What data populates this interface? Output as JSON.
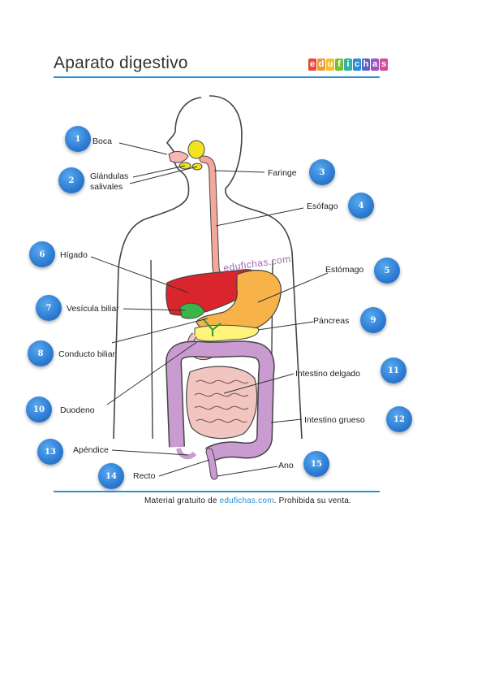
{
  "header": {
    "title": "Aparato digestivo",
    "logo_letters": [
      "e",
      "d",
      "u",
      "f",
      "i",
      "c",
      "h",
      "a",
      "s"
    ]
  },
  "colors": {
    "accent": "#2a8fd6",
    "badge": "#2f7fd6",
    "liver": "#d9252b",
    "stomach": "#f7b24a",
    "intestine": "#c99bd1",
    "small_intestine": "#f1c5c0",
    "esophagus": "#f4a79a",
    "gland": "#f2e21f",
    "pancreas": "#fff37a"
  },
  "watermark": "edufichas.com",
  "labels": [
    {
      "n": "1",
      "text": "Boca"
    },
    {
      "n": "2",
      "text": "Glándulas salivales"
    },
    {
      "n": "3",
      "text": "Faringe"
    },
    {
      "n": "4",
      "text": "Esófago"
    },
    {
      "n": "5",
      "text": "Estómago"
    },
    {
      "n": "6",
      "text": "Hígado"
    },
    {
      "n": "7",
      "text": "Vesícula biliar"
    },
    {
      "n": "8",
      "text": "Conducto biliar"
    },
    {
      "n": "9",
      "text": "Páncreas"
    },
    {
      "n": "10",
      "text": "Duodeno"
    },
    {
      "n": "11",
      "text": "Intestino delgado"
    },
    {
      "n": "12",
      "text": "Intestino grueso"
    },
    {
      "n": "13",
      "text": "Apéndice"
    },
    {
      "n": "14",
      "text": "Recto"
    },
    {
      "n": "15",
      "text": "Ano"
    }
  ],
  "footer": {
    "before": "Material gratuito de ",
    "link": "edufichas.com",
    "after": ". Prohibida su venta."
  }
}
